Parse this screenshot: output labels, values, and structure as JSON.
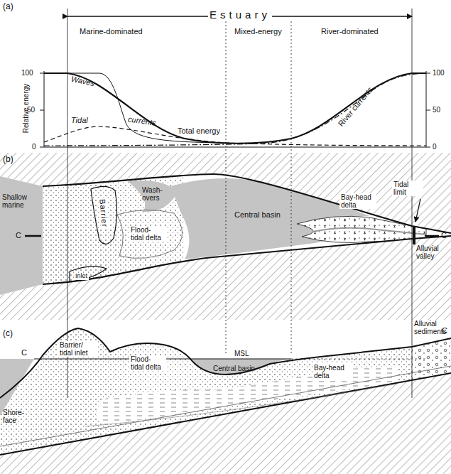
{
  "diagram": {
    "labels": [
      "(a)",
      "Estuary",
      "Marine-dominated",
      "Mixed-energy",
      "River-dominated",
      "100",
      "50",
      "0",
      "100",
      "50",
      "0",
      "Relative energy",
      "Waves",
      "Tidal",
      "currents",
      "Total energy",
      "River currents",
      "(b)",
      "Shallow marine",
      "C",
      "Barrier",
      "Wash- overs",
      "Central basin",
      "Tidal limit",
      "Bay-head delta",
      "Inlet",
      "Flood- tidal delta",
      "Alluvial valley",
      "C",
      "(c)",
      "C",
      "MSL",
      "C",
      "Alluvial sediments",
      "Shore- face",
      "Barrier/ tidal inlet",
      "Flood- tidal delta",
      "Central basin",
      "Bay-head delta"
    ]
  }
}
